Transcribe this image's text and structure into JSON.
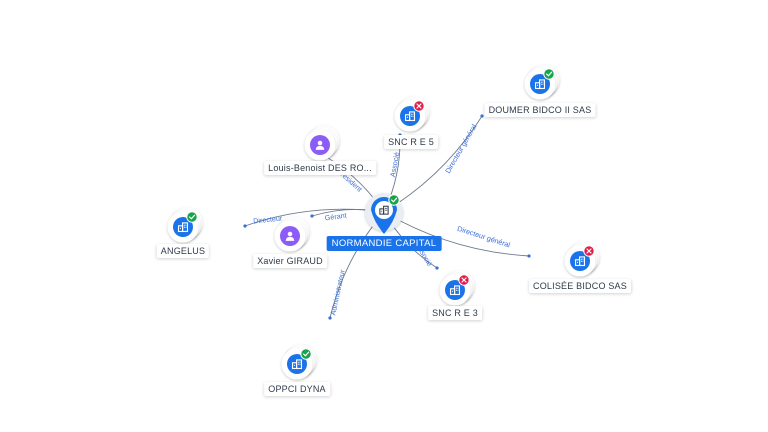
{
  "center": {
    "label": "NORMANDIE CAPITAL",
    "status": "active"
  },
  "nodes": [
    {
      "id": "doumer",
      "label": "DOUMER BIDCO II SAS",
      "kind": "company",
      "status": "active"
    },
    {
      "id": "snc5",
      "label": "SNC R E 5",
      "kind": "company",
      "status": "inactive"
    },
    {
      "id": "louis",
      "label": "Louis-Benoist DES RO...",
      "kind": "person"
    },
    {
      "id": "angelus",
      "label": "ANGELUS",
      "kind": "company",
      "status": "active"
    },
    {
      "id": "xavier",
      "label": "Xavier GIRAUD",
      "kind": "person"
    },
    {
      "id": "colisee",
      "label": "COLISÉE BIDCO SAS",
      "kind": "company",
      "status": "inactive"
    },
    {
      "id": "snc3",
      "label": "SNC R E 3",
      "kind": "company",
      "status": "inactive"
    },
    {
      "id": "oppci",
      "label": "OPPCI DYNA",
      "kind": "company",
      "status": "active"
    }
  ],
  "edges": [
    {
      "to": "doumer",
      "label": "Directeur général"
    },
    {
      "to": "snc5",
      "label": "Associé"
    },
    {
      "to": "louis",
      "label": "Président"
    },
    {
      "to": "angelus",
      "label": "Directeur"
    },
    {
      "to": "xavier",
      "label": "Gérant"
    },
    {
      "to": "colisee",
      "label": "Directeur général"
    },
    {
      "to": "snc3",
      "label": "Associé"
    },
    {
      "to": "oppci",
      "label": "Administrateur"
    }
  ],
  "colors": {
    "company": "#1a73e8",
    "person": "#8b5cf6",
    "active": "#16a34a",
    "inactive": "#e11d48",
    "edge": "#6b7a8c",
    "edge_label": "#3b6fd8"
  },
  "icons": {
    "company": "building-icon",
    "person": "person-icon",
    "active": "check-badge-icon",
    "inactive": "cross-badge-icon"
  }
}
